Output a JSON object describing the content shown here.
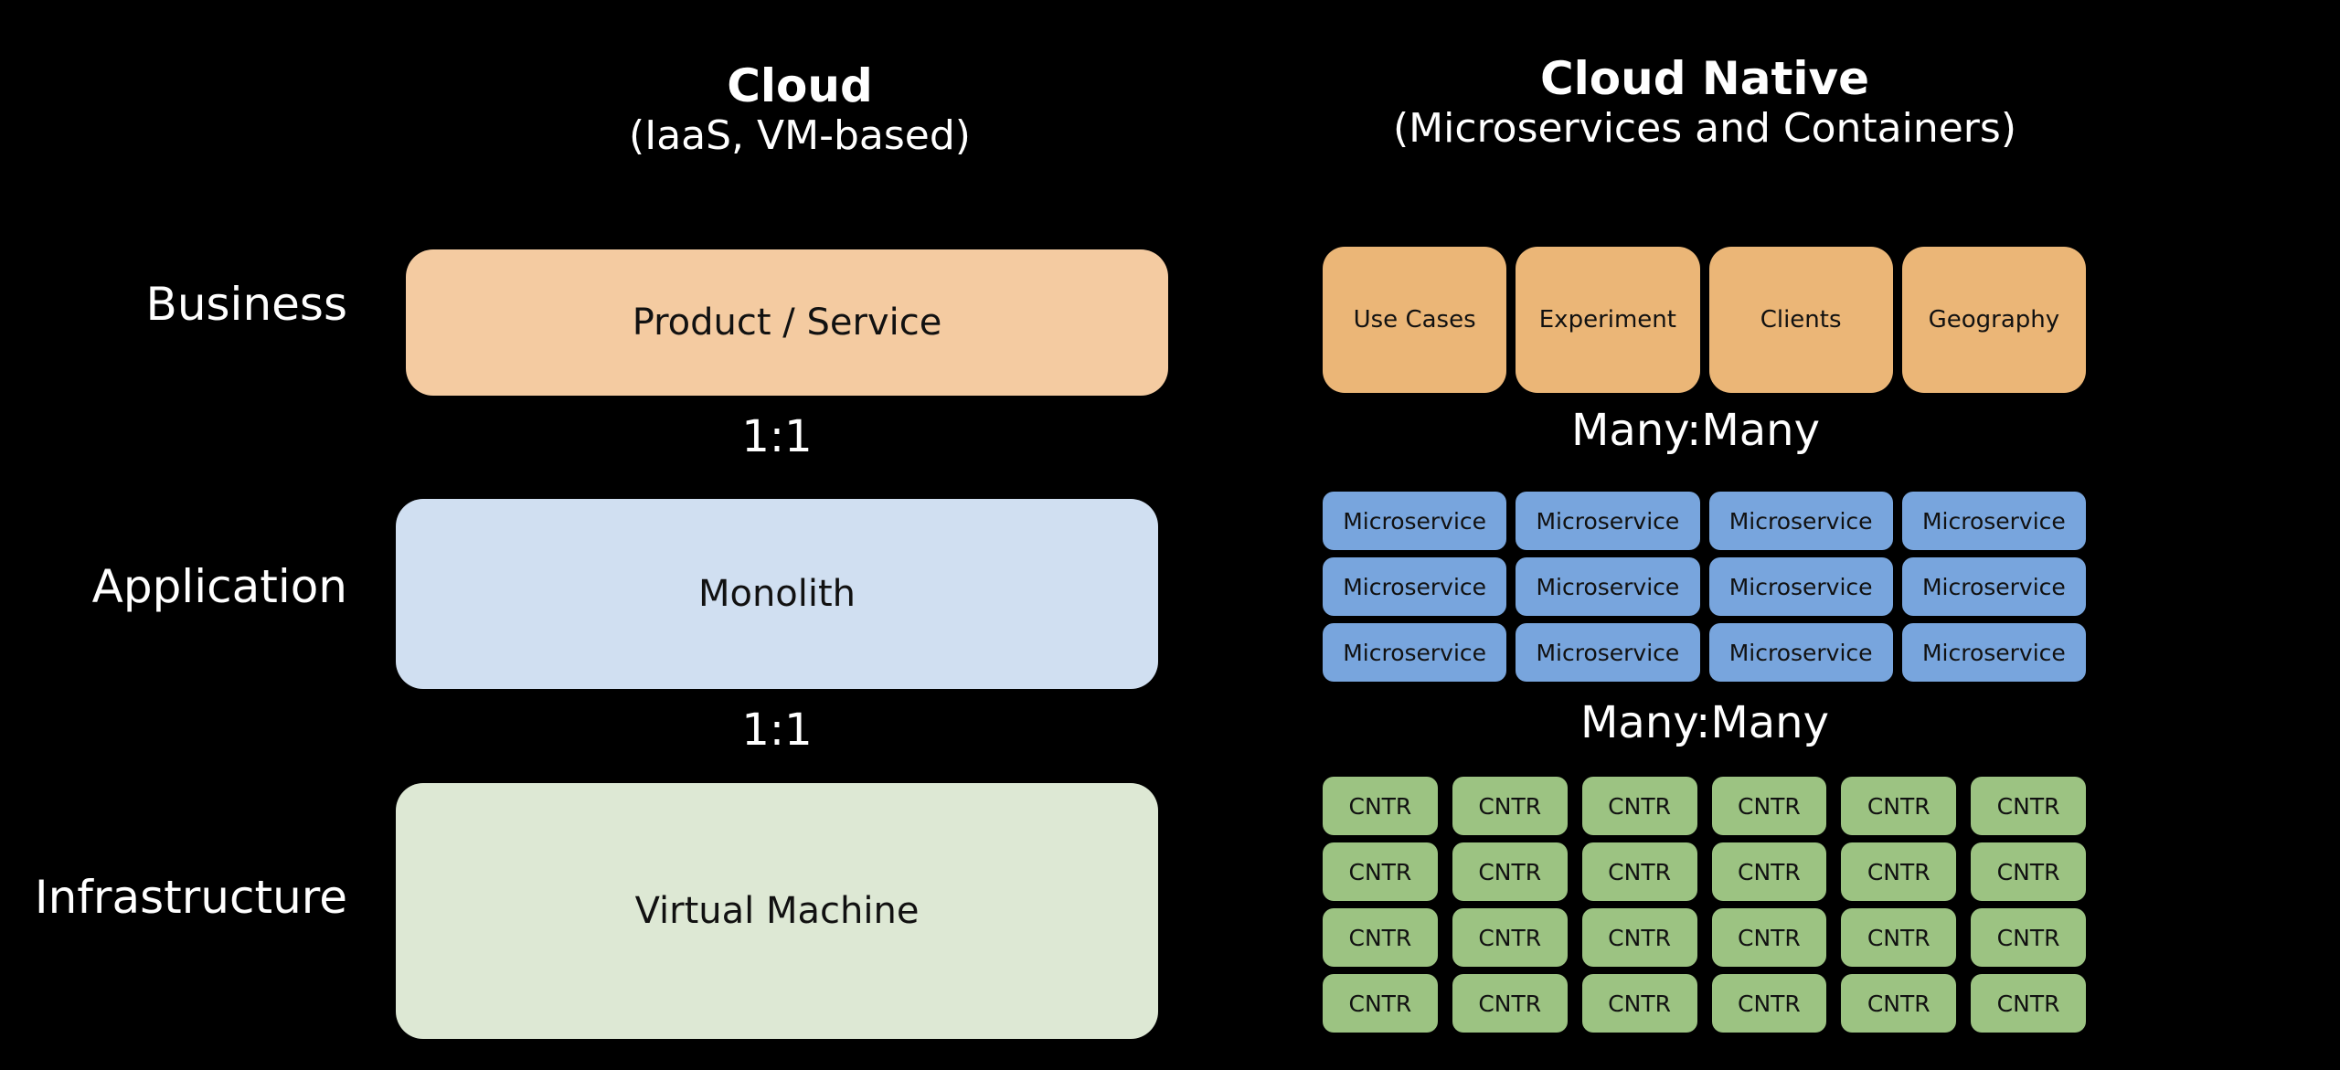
{
  "colors": {
    "background": "#000000",
    "product_fill": "#f4cba1",
    "monolith_fill": "#d0dff1",
    "vm_fill": "#dde8d4",
    "business_cell_fill": "#ebb677",
    "microservice_fill": "#78a5dd",
    "container_fill": "#9cc382"
  },
  "left_heading": {
    "title": "Cloud",
    "subtitle": "(IaaS, VM-based)"
  },
  "right_heading": {
    "title": "Cloud Native",
    "subtitle": "(Microservices and Containers)"
  },
  "row_labels": {
    "business": "Business",
    "application": "Application",
    "infrastructure": "Infrastructure"
  },
  "left_column": {
    "business_box": "Product / Service",
    "ratio_1": "1:1",
    "application_box": "Monolith",
    "ratio_2": "1:1",
    "infrastructure_box": "Virtual Machine"
  },
  "right_column": {
    "business_items": [
      "Use Cases",
      "Experiment",
      "Clients",
      "Geography"
    ],
    "ratio_1": "Many:Many",
    "microservice_label": "Microservice",
    "microservice_count": 12,
    "ratio_2": "Many:Many",
    "container_label": "CNTR",
    "container_count": 24
  }
}
